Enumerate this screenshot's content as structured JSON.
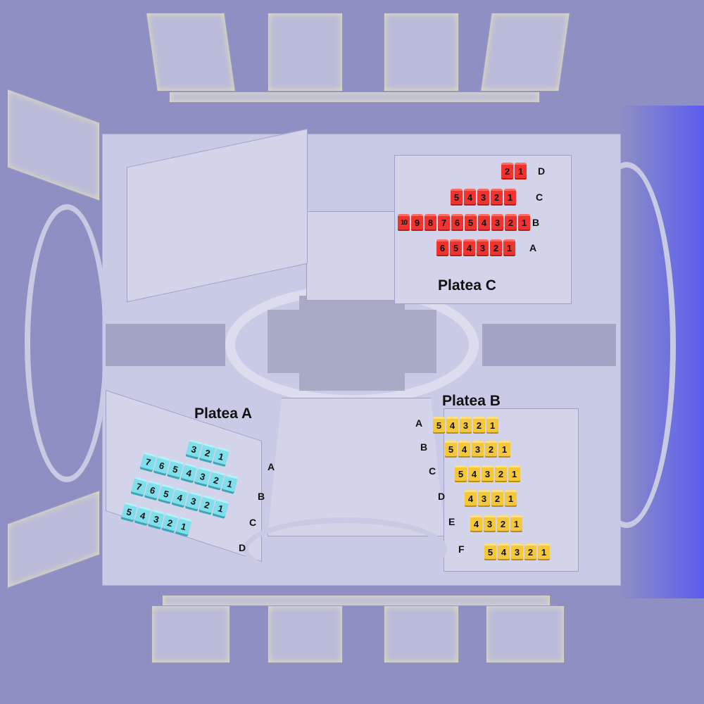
{
  "sections": [
    {
      "name": "Platea A",
      "color": "#7fe0ec",
      "rows": [
        {
          "label": "A",
          "seats": [
            "3",
            "2",
            "1"
          ]
        },
        {
          "label": "B",
          "seats": [
            "7",
            "6",
            "5",
            "4",
            "3",
            "2",
            "1"
          ]
        },
        {
          "label": "C",
          "seats": [
            "7",
            "6",
            "5",
            "4",
            "3",
            "2",
            "1"
          ]
        },
        {
          "label": "D",
          "seats": [
            "5",
            "4",
            "3",
            "2",
            "1"
          ]
        }
      ]
    },
    {
      "name": "Platea B",
      "color": "#f5c83a",
      "rows": [
        {
          "label": "A",
          "seats": [
            "5",
            "4",
            "3",
            "2",
            "1"
          ]
        },
        {
          "label": "B",
          "seats": [
            "5",
            "4",
            "3",
            "2",
            "1"
          ]
        },
        {
          "label": "C",
          "seats": [
            "5",
            "4",
            "3",
            "2",
            "1"
          ]
        },
        {
          "label": "D",
          "seats": [
            "4",
            "3",
            "2",
            "1"
          ]
        },
        {
          "label": "E",
          "seats": [
            "4",
            "3",
            "2",
            "1"
          ]
        },
        {
          "label": "F",
          "seats": [
            "5",
            "4",
            "3",
            "2",
            "1"
          ]
        }
      ]
    },
    {
      "name": "Platea C",
      "color": "#f2332d",
      "rows": [
        {
          "label": "D",
          "seats": [
            "2",
            "1"
          ]
        },
        {
          "label": "C",
          "seats": [
            "5",
            "4",
            "3",
            "2",
            "1"
          ]
        },
        {
          "label": "B",
          "seats": [
            "10",
            "9",
            "8",
            "7",
            "6",
            "5",
            "4",
            "3",
            "2",
            "1"
          ]
        },
        {
          "label": "A",
          "seats": [
            "6",
            "5",
            "4",
            "3",
            "2",
            "1"
          ]
        }
      ]
    }
  ]
}
